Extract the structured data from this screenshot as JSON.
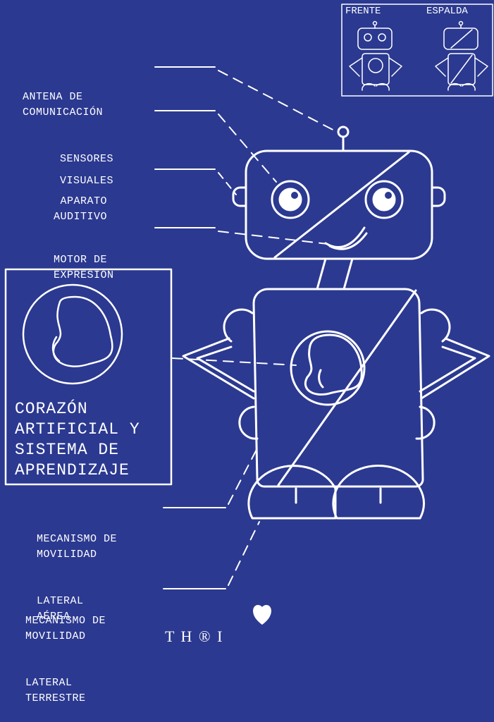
{
  "inset": {
    "front": "FRENTE",
    "back": "ESPALDA"
  },
  "labels": {
    "antenna": [
      "ANTENA DE",
      "COMUNICACIÓN"
    ],
    "eyes": [
      "SENSORES",
      "VISUALES"
    ],
    "ears": [
      "APARATO",
      "AUDITIVO"
    ],
    "mouth": [
      "MOTOR DE",
      "EXPRESIÓN"
    ],
    "heart": [
      "CORAZÓN",
      "ARTIFICIAL Y",
      "SISTEMA DE",
      "APRENDIZAJE"
    ],
    "arms": [
      "MECANISMO DE",
      "MOVILIDAD",
      "LATERAL",
      "AÉREA"
    ],
    "legs": [
      "MECANISMO DE",
      "MOVILIDAD",
      "LATERAL",
      "TERRESTRE"
    ]
  },
  "logo": {
    "text": "T    H   ® I"
  },
  "colors": {
    "background": "#2b3990",
    "line": "#ffffff"
  }
}
